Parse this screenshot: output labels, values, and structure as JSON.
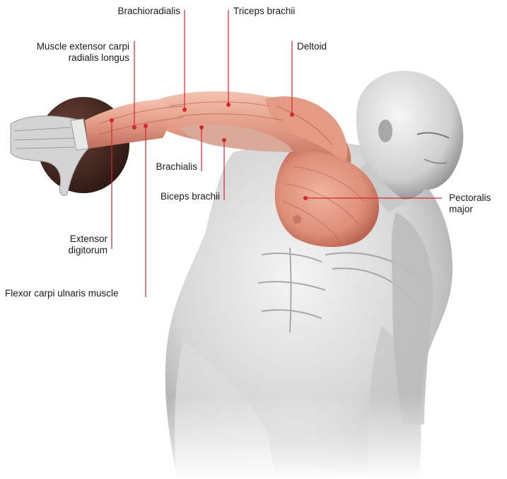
{
  "colors": {
    "leader": "#d7262b",
    "skin_light": "#f2f2f2",
    "skin_mid": "#cfcfcf",
    "skin_dark": "#8f8f8f",
    "muscle_light": "#f0b9a4",
    "muscle_mid": "#e0907a",
    "muscle_dark": "#b9624f",
    "discus": "#4a2b24",
    "text": "#1a1a1a"
  },
  "labels": {
    "brachioradialis": "Brachioradialis",
    "triceps": "Triceps brachii",
    "extensor_carpi_line1": "Muscle extensor carpi",
    "extensor_carpi_line2": "radialis longus",
    "deltoid": "Deltoid",
    "brachialis": "Brachialis",
    "biceps": "Biceps brachii",
    "pectoralis_line1": "Pectoralis",
    "pectoralis_line2": "major",
    "extensor_digitorum_line1": "Extensor",
    "extensor_digitorum_line2": "digitorum",
    "flexor_carpi": "Flexor carpi ulnaris muscle"
  }
}
